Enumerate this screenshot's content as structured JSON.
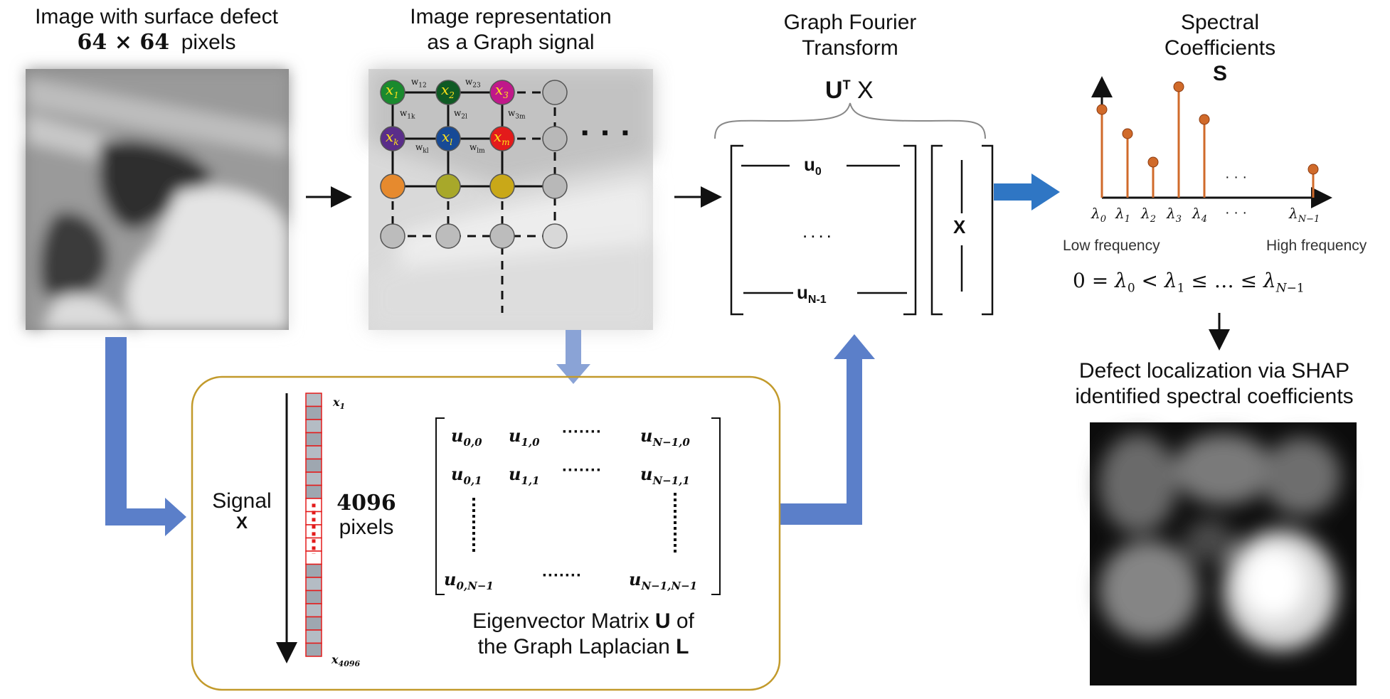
{
  "panel1": {
    "title_line1": "Image with surface defect",
    "size_bold": "64 × 64",
    "size_suffix": "pixels"
  },
  "panel2": {
    "title_line1": "Image representation",
    "title_line2": "as a Graph signal",
    "node_labels": [
      "x1",
      "x2",
      "x3",
      "xk",
      "xl",
      "xm"
    ],
    "edge_labels": [
      "w12",
      "w23",
      "w1k",
      "w2l",
      "w3m",
      "wkl",
      "wlm"
    ],
    "dots": "■ ■ ■"
  },
  "panel3": {
    "title_line1": "Graph Fourier",
    "title_line2": "Transform",
    "formula_u": "U",
    "formula_sup": "T",
    "formula_x": " X",
    "row_top": "u0",
    "row_mid": "....",
    "row_bottom": "uN-1",
    "vector_label": "X"
  },
  "panel4": {
    "title_line1": "Spectral",
    "title_line2": "Coefficients",
    "title_line3": "S",
    "stem_values": [
      0.62,
      0.45,
      0.25,
      0.78,
      0.55,
      0.2
    ],
    "lambda_labels": [
      "λ0",
      "λ1",
      "λ2",
      "λ3",
      "λ4",
      "…",
      "λN−1"
    ],
    "low_label": "Low frequency",
    "high_label": "High frequency",
    "ellipsis": "· · ·",
    "ordering": "0 = λ0 < λ1 ≤ … ≤ λN−1"
  },
  "panel5": {
    "title_line1": "Defect localization via SHAP",
    "title_line2": "identified spectral coefficients"
  },
  "panel6": {
    "signal_word": "Signal",
    "signal_symbol": "X",
    "pixels_count": "4096",
    "pixels_word": "pixels",
    "x_first": "x1",
    "x_last": "x4096",
    "matrix_rows": [
      [
        "u0,0",
        "u1,0",
        "·······",
        "uN−1,0"
      ],
      [
        "u0,1",
        "u1,1",
        "·······",
        "uN−1,1"
      ],
      [
        "u0,N−1",
        "",
        "·······",
        "uN−1,N−1"
      ]
    ],
    "caption_line1_a": "Eigenvector Matrix ",
    "caption_line1_b": "U",
    "caption_line1_c": " of",
    "caption_line2_a": "the Graph Laplacian ",
    "caption_line2_b": "L"
  },
  "colors": {
    "flow_arrow": "#5b7fc9",
    "big_arrow": "#2f76c4",
    "frame_border": "#c29a2b",
    "stem": "#d06a2a",
    "node_green": "#1a8a2e",
    "node_darkgreen": "#0f5a24",
    "node_magenta": "#c0188a",
    "node_purple": "#5a2d8a",
    "node_blue": "#174a96",
    "node_red": "#e31b1b",
    "node_orange": "#e68a2e",
    "node_olive": "#a8a82a",
    "node_gold": "#c9a818",
    "node_gray": "#b8b8b8"
  }
}
